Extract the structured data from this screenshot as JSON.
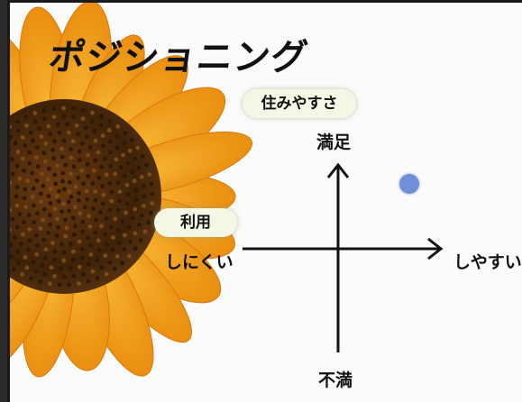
{
  "title": "ポジショニング",
  "positioning_map": {
    "axis_y": {
      "name": "住みやすさ",
      "top_label": "満足",
      "bottom_label": "不満"
    },
    "axis_x": {
      "name": "利用",
      "left_label": "しにくい",
      "right_label": "しやすい"
    },
    "marker_color": "#6f8fd9"
  }
}
